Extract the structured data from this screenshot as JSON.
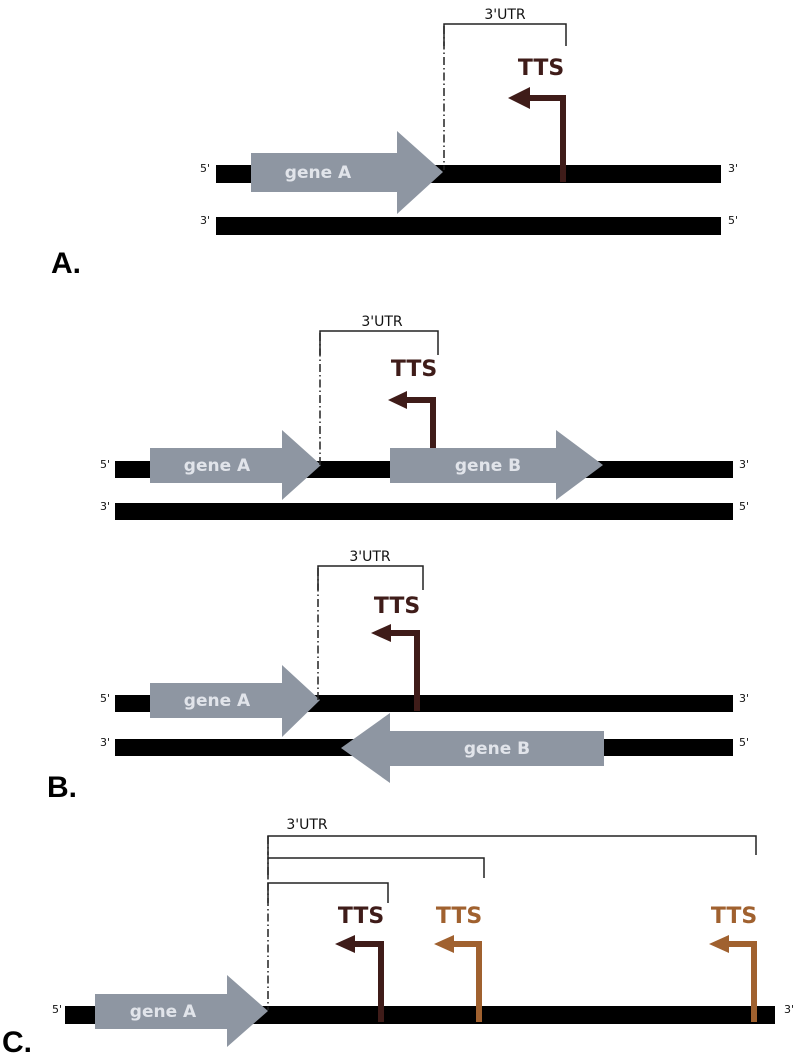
{
  "colors": {
    "strand": "#000000",
    "gene_arrow": "#8e96a2",
    "gene_text": "#e1e4ea",
    "tts_primary": "#3f1c19",
    "tts_alternative": "#a0612f",
    "bracket": "#222222"
  },
  "labels": {
    "five_prime": "5'",
    "three_prime": "3'",
    "utr": "3'UTR",
    "tts": "TTS",
    "gene_a": "gene A",
    "gene_b": "gene B"
  },
  "panels": {
    "a": "A.",
    "b": "B.",
    "c": "C."
  }
}
